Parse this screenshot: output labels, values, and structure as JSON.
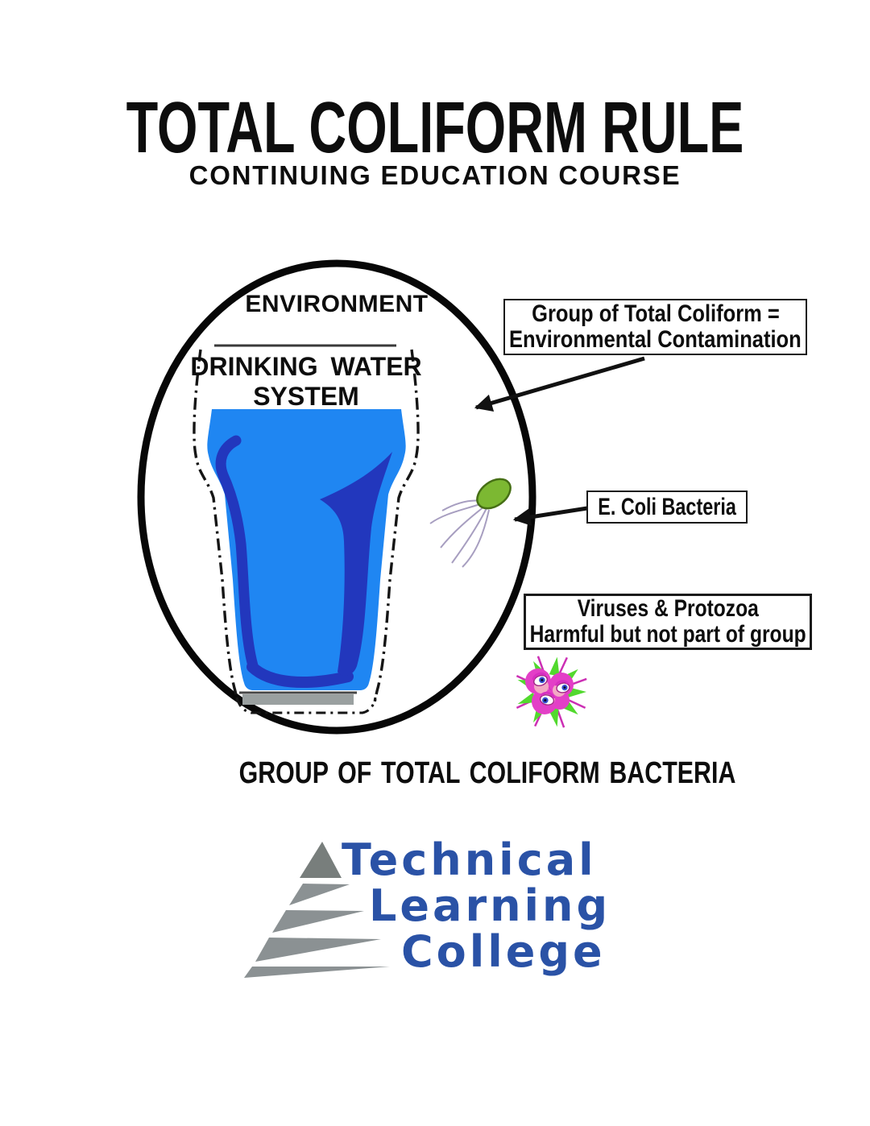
{
  "page": {
    "title": "TOTAL COLIFORM RULE",
    "subtitle": "CONTINUING EDUCATION COURSE",
    "caption": "GROUP OF TOTAL COLIFORM BACTERIA"
  },
  "diagram": {
    "environment_label": "ENVIRONMENT",
    "glass_label_line1": "DRINKING WATER",
    "glass_label_line2": "SYSTEM",
    "callouts": {
      "coliform": {
        "line1": "Group of Total Coliform =",
        "line2": "Environmental Contamination"
      },
      "ecoli": {
        "label": "E. Coli Bacteria"
      },
      "viruses": {
        "line1": "Viruses & Protozoa",
        "line2": "Harmful but not part of group"
      }
    },
    "illustrations": {
      "environment": "environment-ellipse",
      "glass": "water-glass",
      "ecoli": "ecoli-bacterium",
      "virus": "virus-protozoa"
    }
  },
  "logo": {
    "line1": "Technical",
    "line2": "Learning",
    "line3": "College",
    "icon": "pyramid-logo"
  },
  "colors": {
    "water_blue": "#1f86f2",
    "water_swirl_blue": "#2237bd",
    "ecoli_green": "#7cb832",
    "virus_pink": "#e33fc7",
    "virus_spike_green": "#52d92e",
    "logo_blue": "#2a52a6",
    "logo_gray": "#8b9193",
    "line_black": "#111111"
  }
}
